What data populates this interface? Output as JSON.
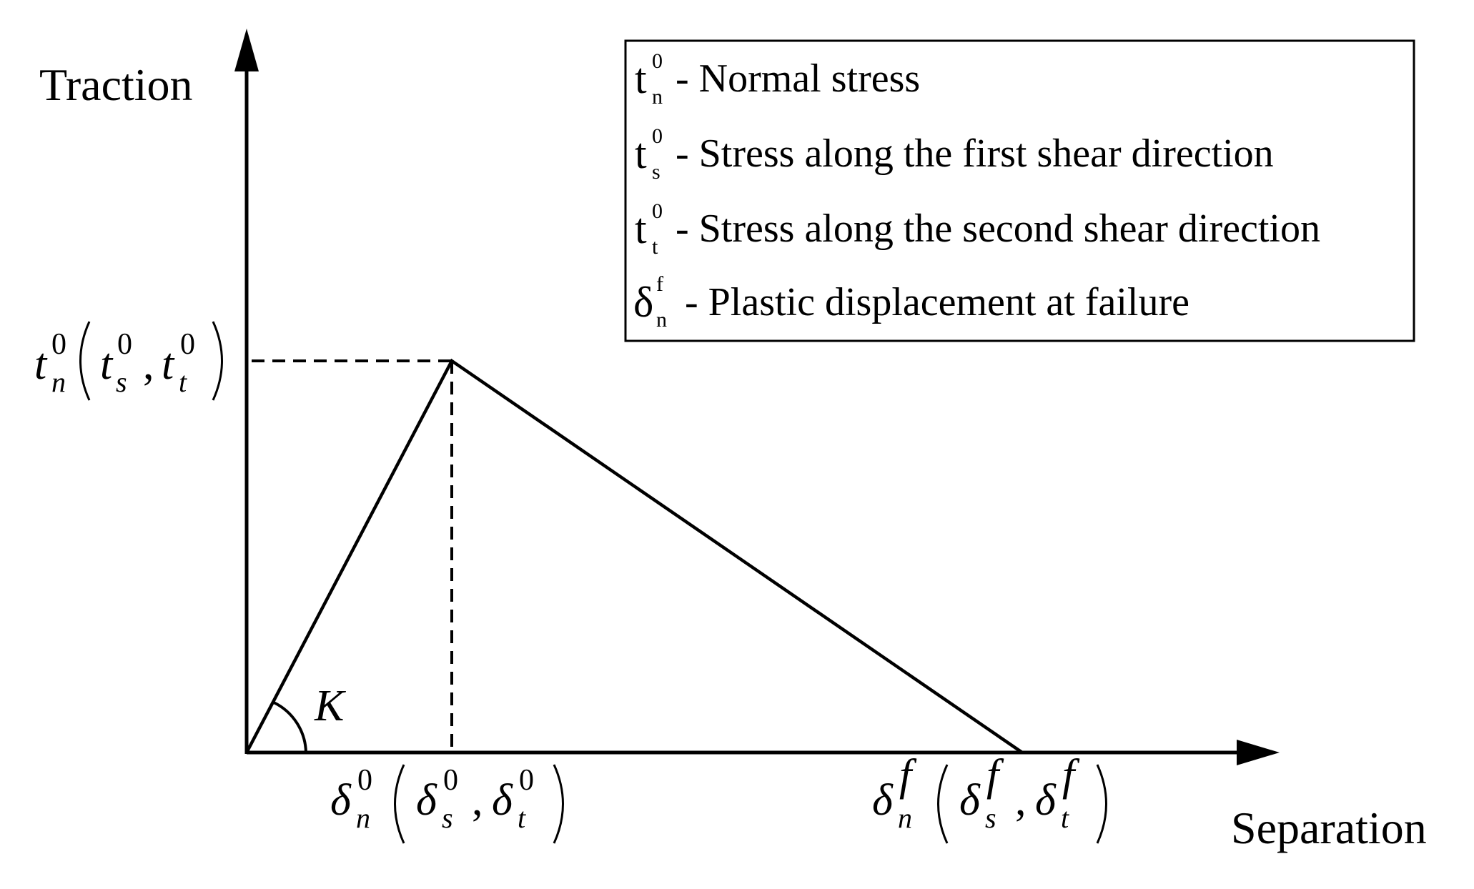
{
  "axes": {
    "y_label": "Traction",
    "x_label": "Separation"
  },
  "slope_label": "K",
  "legend": {
    "items": [
      {
        "symbol": "t",
        "subscript": "n",
        "superscript": "0",
        "text": "- Normal stress"
      },
      {
        "symbol": "t",
        "subscript": "s",
        "superscript": "0",
        "text": "- Stress along the first shear direction"
      },
      {
        "symbol": "t",
        "subscript": "t",
        "superscript": "0",
        "text": "- Stress along the second shear direction"
      },
      {
        "symbol": "δ",
        "subscript": "n",
        "superscript": "f",
        "text": "- Plastic displacement at failure"
      }
    ]
  },
  "labels": {
    "peak_traction": {
      "main": {
        "base": "t",
        "sub": "n",
        "sup": "0"
      },
      "comma": ",",
      "inner": [
        {
          "base": "t",
          "sub": "s",
          "sup": "0"
        },
        {
          "base": "t",
          "sub": "t",
          "sup": "0"
        }
      ]
    },
    "initial_separation": {
      "main": {
        "base": "δ",
        "sub": "n",
        "sup": "0"
      },
      "comma": ",",
      "inner": [
        {
          "base": "δ",
          "sub": "s",
          "sup": "0"
        },
        {
          "base": "δ",
          "sub": "t",
          "sup": "0"
        }
      ]
    },
    "failure_separation": {
      "main": {
        "base": "δ",
        "sub": "n",
        "sup": "f"
      },
      "comma": ",",
      "inner": [
        {
          "base": "δ",
          "sub": "s",
          "sup": "f"
        },
        {
          "base": "δ",
          "sub": "t",
          "sup": "f"
        }
      ]
    }
  }
}
